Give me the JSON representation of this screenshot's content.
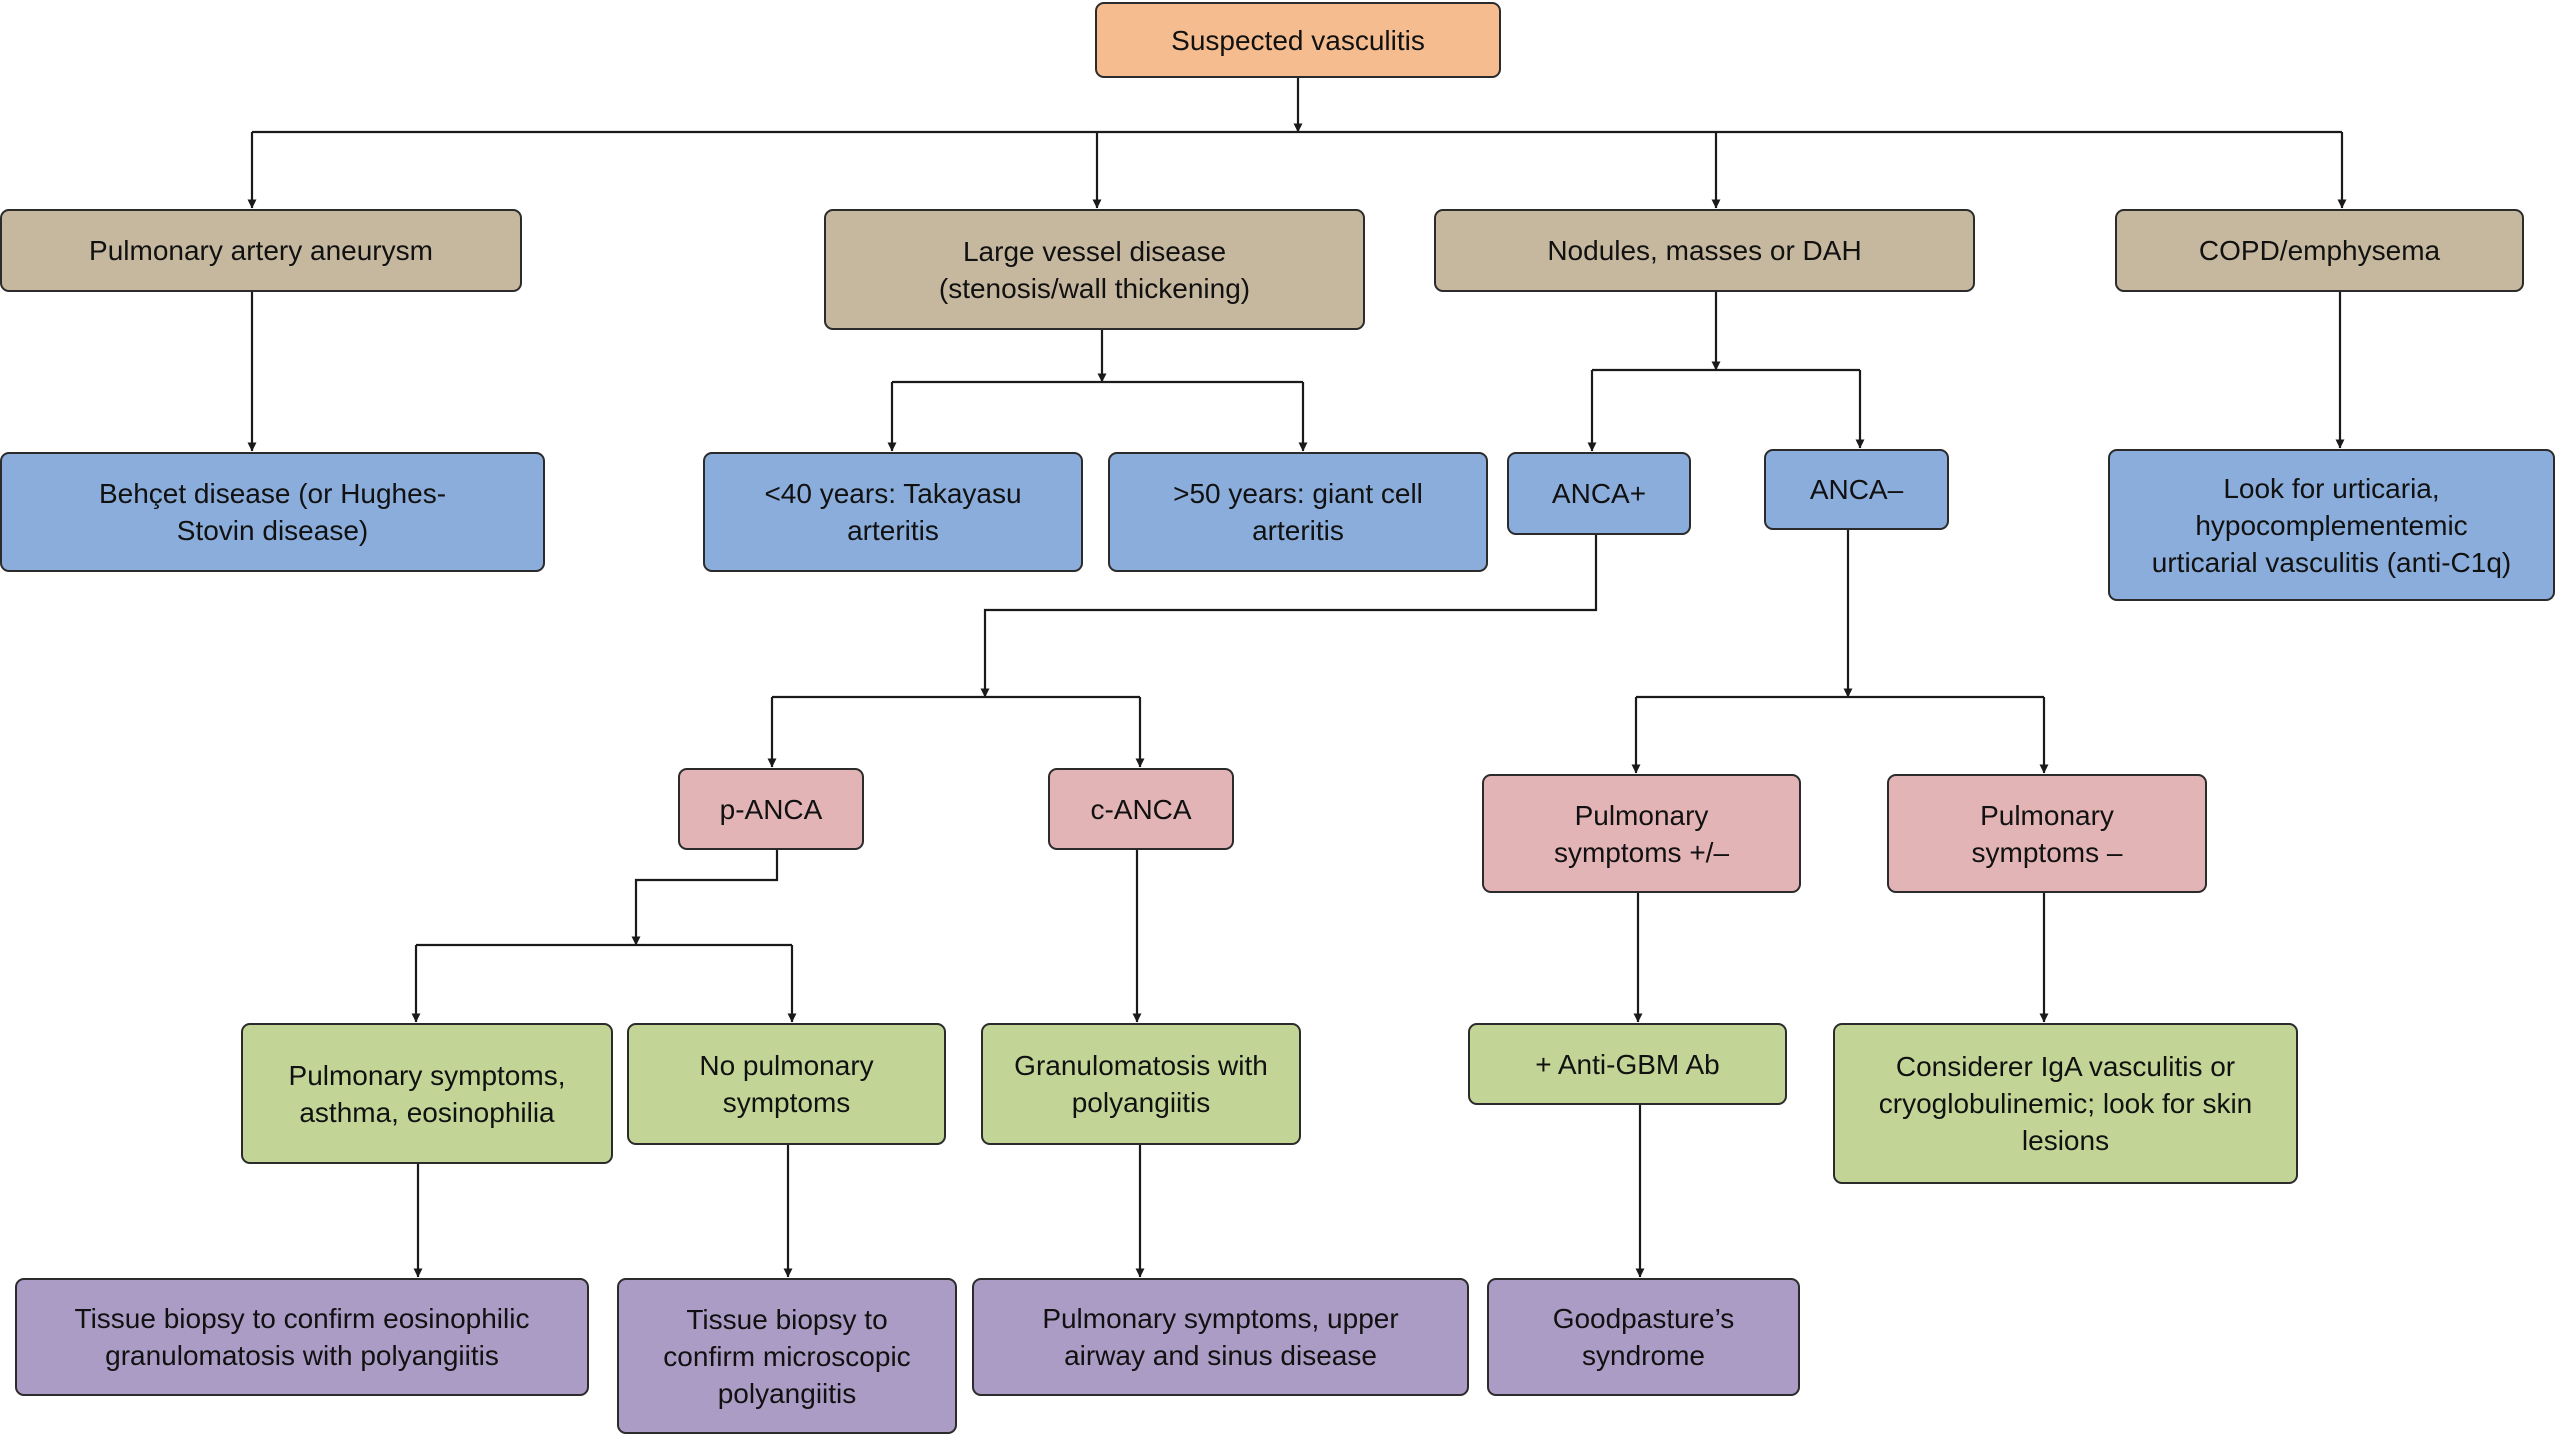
{
  "colors": {
    "root": "#f5bd8f",
    "category": "#c6b89e",
    "finding": "#8aaddb",
    "antibody": "#e3b4b6",
    "condition": "#c2d596",
    "outcome": "#ab9cc5",
    "line": "#1a1a1a"
  },
  "nodes": {
    "suspected": "Suspected vasculitis",
    "pulm_aneurysm": "Pulmonary artery aneurysm",
    "large_vessel": "Large vessel disease (stenosis/wall thickening)",
    "nodules": "Nodules, masses or DAH",
    "copd": "COPD/emphysema",
    "behcet": "Behçet disease (or Hughes-Stovin disease)",
    "takayasu": "<40 years: Takayasu arteritis",
    "giant_cell": ">50 years: giant cell arteritis",
    "anca_pos": "ANCA+",
    "anca_neg": "ANCA–",
    "urticaria": "Look for urticaria, hypocomplementemic urticarial vasculitis (anti-C1q)",
    "p_anca": "p-ANCA",
    "c_anca": "c-ANCA",
    "pulm_sym_pm": "Pulmonary symptoms +/–",
    "pulm_sym_minus": "Pulmonary symptoms –",
    "pulm_asthma": "Pulmonary symptoms, asthma, eosinophilia",
    "no_pulm": "No pulmonary symptoms",
    "gpa": "Granulomatosis with polyangiitis",
    "anti_gbm": "+ Anti-GBM Ab",
    "iga": "Considerer IgA vasculitis or cryoglobulinemic; look for skin lesions",
    "biopsy_egpa": "Tissue biopsy to confirm eosinophilic granulomatosis with polyangiitis",
    "biopsy_mpa": "Tissue biopsy to confirm microscopic polyangiitis",
    "upper_airway": "Pulmonary symptoms, upper airway and sinus disease",
    "goodpasture": "Goodpasture’s syndrome"
  }
}
